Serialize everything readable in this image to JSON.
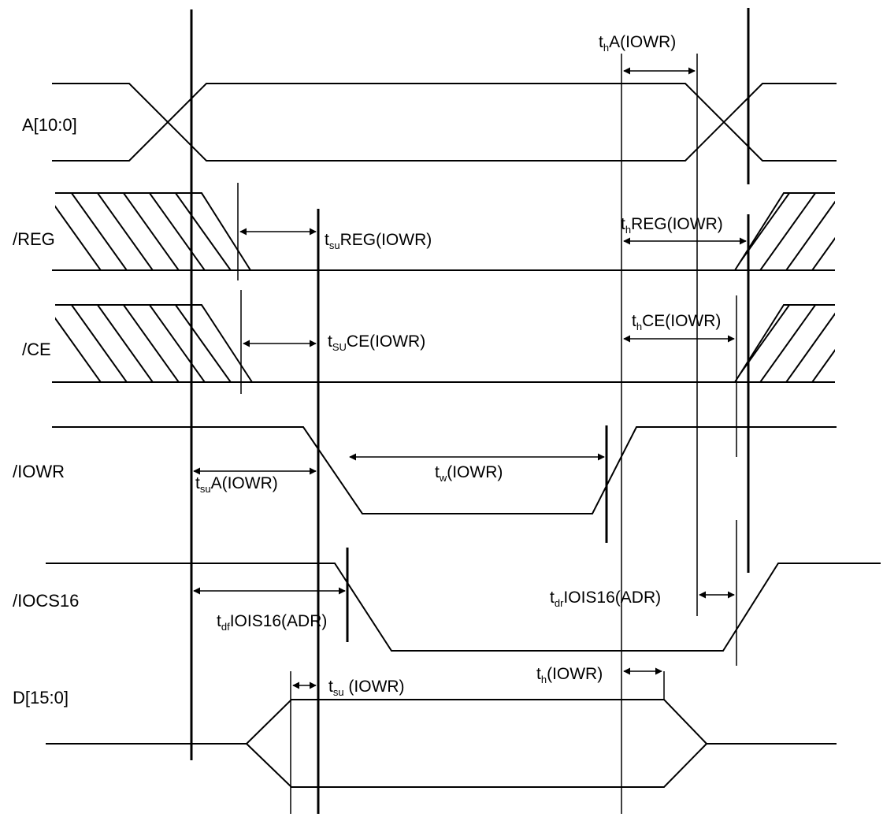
{
  "signals": {
    "a": "A[10:0]",
    "reg": "/REG",
    "ce": "/CE",
    "iowr": "/IOWR",
    "iocs16": "/IOCS16",
    "d": "D[15:0]"
  },
  "timings": {
    "th_a": {
      "t": "t",
      "sub": "h",
      "rest": "A(IOWR)"
    },
    "tsu_reg": {
      "t": "t",
      "sub": "su",
      "rest": "REG(IOWR)"
    },
    "th_reg": {
      "t": "t",
      "sub": "h",
      "rest": "REG(IOWR)"
    },
    "tsu_ce": {
      "t": "t",
      "sub": "SU",
      "rest": "CE(IOWR)"
    },
    "th_ce": {
      "t": "t",
      "sub": "h",
      "rest": "CE(IOWR)"
    },
    "tw": {
      "t": "t",
      "sub": "w",
      "rest": "(IOWR)"
    },
    "tsu_a": {
      "t": "t",
      "sub": "su",
      "rest": "A(IOWR)"
    },
    "tdf_iois16": {
      "t": "t",
      "sub": "df",
      "rest": "IOIS16(ADR)"
    },
    "tdr_iois16": {
      "t": "t",
      "sub": "dr",
      "rest": "IOIS16(ADR)"
    },
    "tsu_d": {
      "t": "t",
      "sub": "su",
      "rest": " (IOWR)"
    },
    "th_d": {
      "t": "t",
      "sub": "h",
      "rest": "(IOWR)"
    }
  }
}
